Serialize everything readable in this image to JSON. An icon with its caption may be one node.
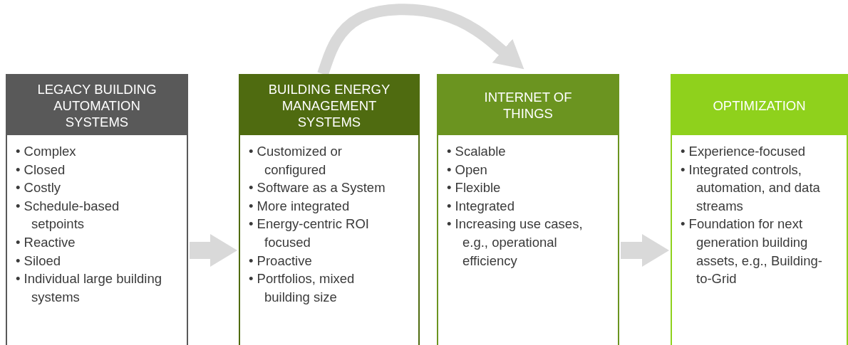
{
  "diagram": {
    "nodes": [
      {
        "text": [
          "LEGACY BUILDING AUTOMATION SYSTEMS",
          "• Complex",
          "• Closed",
          "• Costly",
          "• Schedule-based setpoints",
          "• Reactive",
          "• Siloed",
          "• Individual large building systems"
        ]
      },
      {
        "text": [
          "BUILDING ENERGY MANAGEMENT SYSTEMS",
          "• Customized or configured",
          "• Software as a System",
          "• More integrated",
          "• Energy-centric ROI focused",
          "• Proactive",
          "• Portfolios, mixed building size"
        ]
      },
      {
        "text": [
          "INTERNET OF THINGS",
          "• Scalable",
          "• Open",
          "• Flexible",
          "• Integrated",
          "• Increasing use cases, e.g., operational efficiency"
        ]
      },
      {
        "text": [
          "OPTIMIZATION",
          "• Experience-focused",
          "• Integrated controls, automation, and data streams",
          "• Foundation for next generation building assets, e.g., Building-to-Grid"
        ]
      }
    ],
    "edges": [
      {
        "from": 0,
        "to": 1,
        "arrow": "to"
      },
      {
        "from": 1,
        "to": 2,
        "arrow": "to"
      },
      {
        "from": 2,
        "to": 3,
        "arrow": "to"
      }
    ]
  }
}
